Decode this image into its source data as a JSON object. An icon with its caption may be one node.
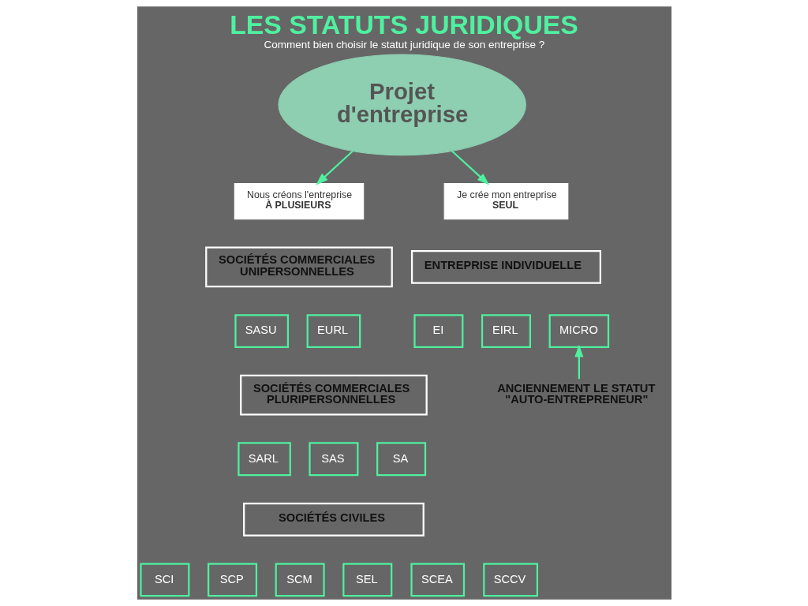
{
  "diagram": {
    "title": "LES STATUTS JURIDIQUES",
    "caption": "Comment bien choisir le statut juridique de son entreprise ?",
    "nodes": [
      {
        "text": [
          "Projet d'entreprise"
        ]
      },
      {
        "text": [
          "Nous créons l'entreprise",
          "À PLUSIEURS"
        ]
      },
      {
        "text": [
          "Je crée mon entreprise",
          "SEUL"
        ]
      },
      {
        "text": [
          "SOCIÉTÉS COMMERCIALES UNIPERSONNELLES"
        ]
      },
      {
        "text": [
          "SASU"
        ]
      },
      {
        "text": [
          "EURL"
        ]
      },
      {
        "text": [
          "SOCIÉTÉS COMMERCIALES PLURIPERSONNELLES"
        ]
      },
      {
        "text": [
          "SARL"
        ]
      },
      {
        "text": [
          "SAS"
        ]
      },
      {
        "text": [
          "SA"
        ]
      },
      {
        "text": [
          "SOCIÉTÉS CIVILES"
        ]
      },
      {
        "text": [
          "SCI"
        ]
      },
      {
        "text": [
          "SCP"
        ]
      },
      {
        "text": [
          "SCM"
        ]
      },
      {
        "text": [
          "SEL"
        ]
      },
      {
        "text": [
          "SCEA"
        ]
      },
      {
        "text": [
          "SCCV"
        ]
      },
      {
        "text": [
          "ENTREPRISE INDIVIDUELLE"
        ]
      },
      {
        "text": [
          "EI"
        ]
      },
      {
        "text": [
          "EIRL"
        ]
      },
      {
        "text": [
          "MICRO"
        ]
      },
      {
        "text": [
          "ANCIENNEMENT LE STATUT \"AUTO-ENTREPRENEUR\""
        ]
      }
    ],
    "edges": [
      {
        "from": 0,
        "to": 1,
        "arrow": "to"
      },
      {
        "from": 0,
        "to": 2,
        "arrow": "to"
      },
      {
        "from": 21,
        "to": 20,
        "arrow": "to"
      }
    ]
  }
}
